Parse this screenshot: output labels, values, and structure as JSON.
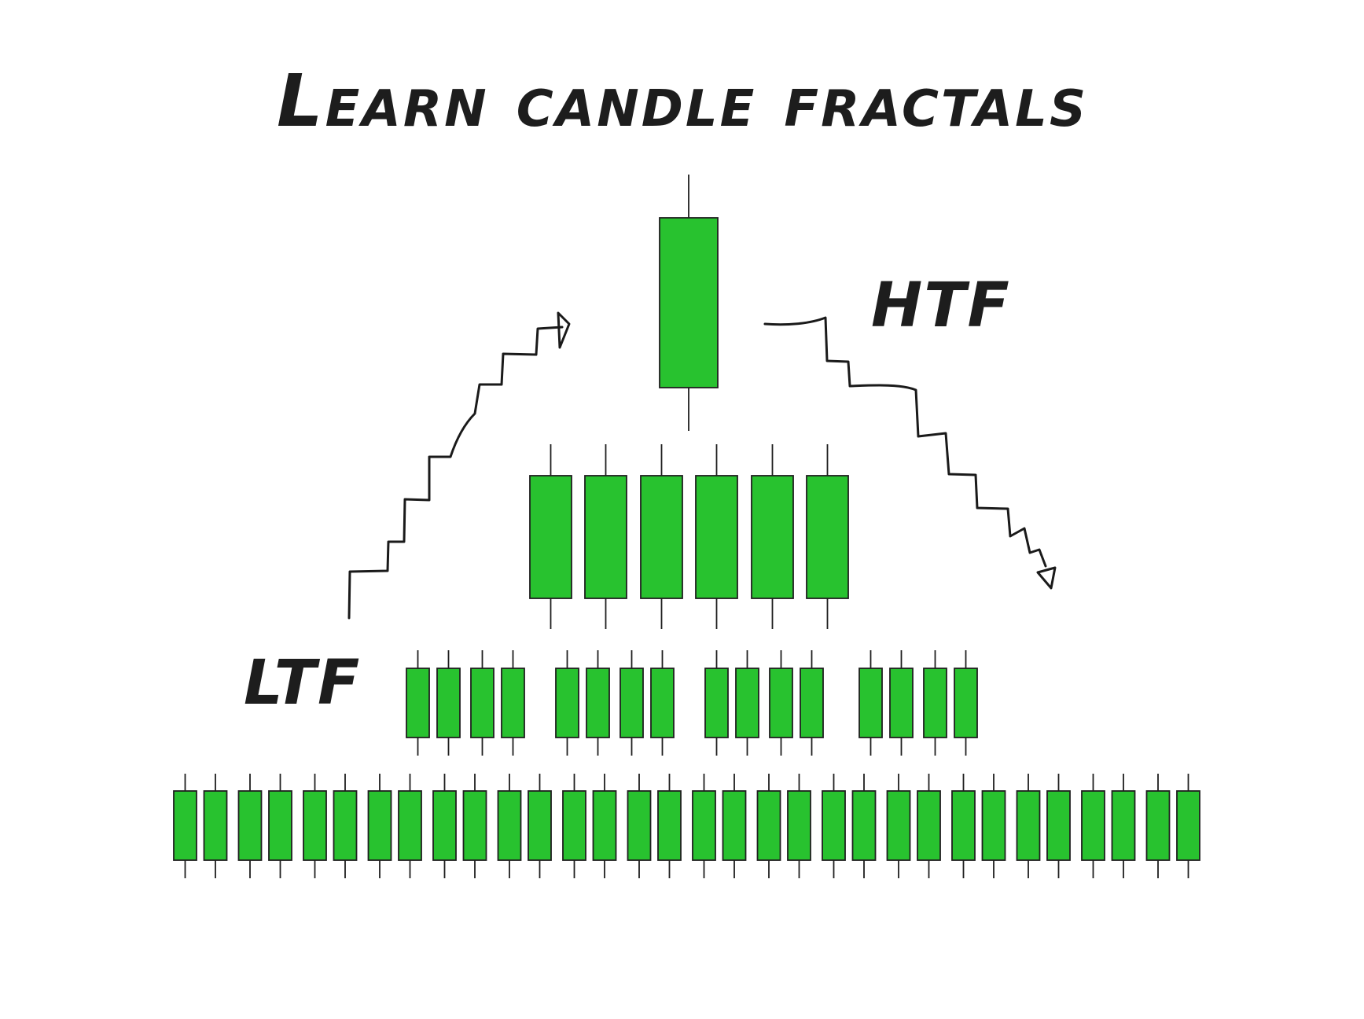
{
  "title": "Learn candle fractals",
  "labels": {
    "htf": "HTF",
    "ltf": "LTF"
  },
  "colors": {
    "candle_fill": "#28c22f",
    "outline": "#1f1f1f",
    "background": "#ffffff"
  },
  "tiers": [
    {
      "name": "htf-candle",
      "candle_count": 1
    },
    {
      "name": "tier-2",
      "candle_count": 6
    },
    {
      "name": "tier-3",
      "candle_count": 16,
      "groups": [
        4,
        4,
        4,
        4
      ]
    },
    {
      "name": "ltf-candles",
      "candle_count": 32
    }
  ],
  "arrows": [
    {
      "name": "arrow-up-to-htf",
      "direction": "up-right"
    },
    {
      "name": "arrow-down-to-ltf",
      "direction": "down-right"
    }
  ]
}
